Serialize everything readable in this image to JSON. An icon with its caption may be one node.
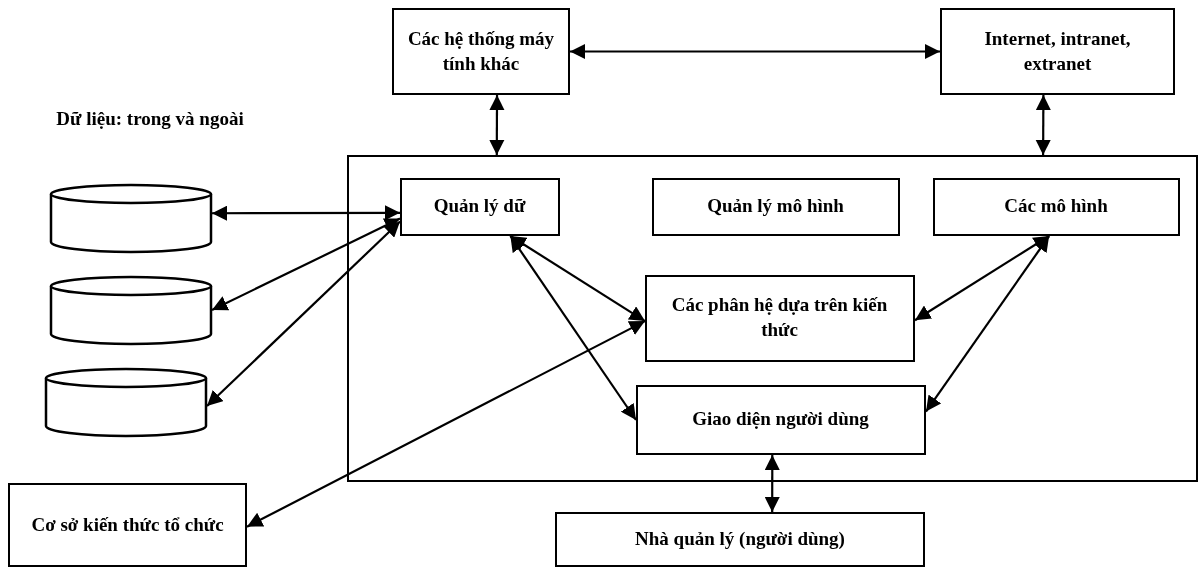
{
  "diagram": {
    "nodes": [
      {
        "text": [
          "Các hệ thống máy tính khác"
        ]
      },
      {
        "text": [
          "Internet, intranet, extranet"
        ]
      },
      {
        "text": [],
        "shape": "box"
      },
      {
        "text": [
          "Quản lý dữ"
        ],
        "in": 2
      },
      {
        "text": [
          "Quản lý mô hình"
        ],
        "in": 2
      },
      {
        "text": [
          "Các mô hình"
        ],
        "in": 2
      },
      {
        "text": [
          "Các phân hệ dựa trên kiến thức"
        ],
        "in": 2
      },
      {
        "text": [
          "Giao diện người dùng"
        ],
        "in": 2
      },
      {
        "text": [],
        "shape": "cylinder"
      },
      {
        "text": [],
        "shape": "cylinder"
      },
      {
        "text": [],
        "shape": "cylinder"
      },
      {
        "text": [
          "Cơ sở kiến thức tổ chức"
        ]
      },
      {
        "text": [
          "Nhà quản lý (người dùng)"
        ]
      }
    ],
    "edges": [
      {
        "from": 0,
        "to": 1,
        "arrow": "both"
      },
      {
        "from": 0,
        "to": 2,
        "arrow": "both"
      },
      {
        "from": 1,
        "to": 2,
        "arrow": "both"
      },
      {
        "from": 3,
        "to": 8,
        "arrow": "both"
      },
      {
        "from": 3,
        "to": 9,
        "arrow": "both"
      },
      {
        "from": 3,
        "to": 10,
        "arrow": "both"
      },
      {
        "from": 3,
        "to": 6,
        "arrow": "both"
      },
      {
        "from": 3,
        "to": 7,
        "arrow": "both"
      },
      {
        "from": 5,
        "to": 6,
        "arrow": "both"
      },
      {
        "from": 5,
        "to": 7,
        "arrow": "both"
      },
      {
        "from": 11,
        "to": 6,
        "arrow": "both"
      },
      {
        "from": 7,
        "to": 12,
        "arrow": "both"
      }
    ],
    "labels": [
      "Dữ liệu: trong và ngoài"
    ]
  }
}
